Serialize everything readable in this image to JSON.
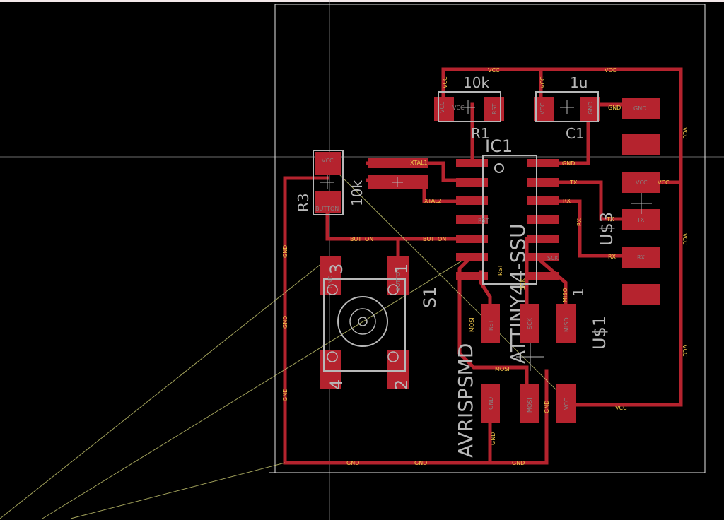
{
  "colors": {
    "background": "#000000",
    "copper": "#b5232e",
    "pad_text": "#8a7f7f",
    "net_label": "#f2c94c",
    "silkscreen": "#b8b8b8",
    "outline": "#e6e6e6",
    "airwire": "#d9d97a"
  },
  "components": {
    "r1": {
      "name": "R1",
      "value": "10k",
      "pins": [
        "VCC",
        "RST"
      ]
    },
    "c1": {
      "name": "C1",
      "value": "1u",
      "pins": [
        "VCC",
        "GND"
      ]
    },
    "r3": {
      "name": "R3",
      "value": "10k",
      "pins": [
        "VCC",
        "BUTTON"
      ]
    },
    "ic1": {
      "name": "IC1",
      "value": "ATTINY44-SSU"
    },
    "s1": {
      "name": "S1",
      "pins": [
        "3",
        "1",
        "4",
        "2"
      ],
      "pad_labels": [
        "GND",
        "BUTTON"
      ]
    },
    "u3": {
      "name": "U$3",
      "pads": [
        "GND",
        "",
        "VCC",
        "TX",
        "RX",
        ""
      ]
    },
    "u1": {
      "name": "U$1",
      "value": "AVRISPSMD",
      "pads": [
        "RST",
        "SCK",
        "MISO",
        "GND",
        "MOSI",
        "VCC"
      ],
      "pin1": "1"
    }
  },
  "nets": {
    "vcc": "VCC",
    "gnd": "GND",
    "xtal1": "XTAL1",
    "xtal2": "XTAL2",
    "button": "BUTTON",
    "rst": "RST",
    "tx": "TX",
    "rx": "RX",
    "mosi": "MOSI",
    "miso": "MISO",
    "sck": "SCK"
  }
}
